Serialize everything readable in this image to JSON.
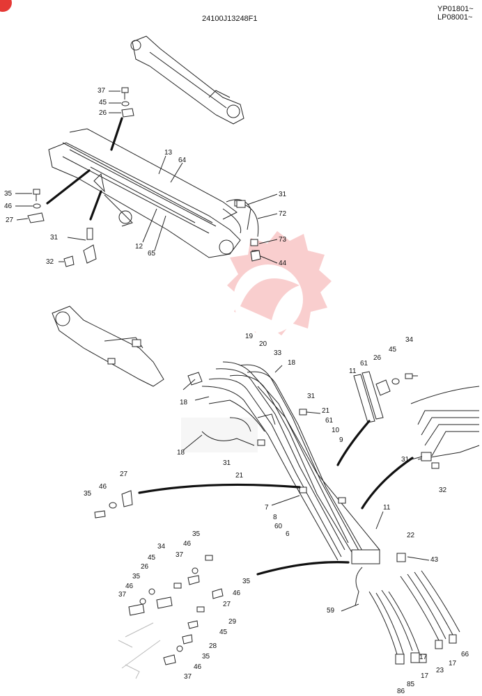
{
  "header": {
    "code": "24100J13248F1",
    "serial_1": "YP01801~",
    "serial_2": "LP08001~"
  },
  "callouts": {
    "37": "37",
    "45": "45",
    "26": "26",
    "13": "13",
    "64": "64",
    "35": "35",
    "46": "46",
    "27": "27",
    "31": "31",
    "72": "72",
    "73": "73",
    "12": "12",
    "65": "65",
    "32": "32",
    "44": "44",
    "19": "19",
    "20": "20",
    "33": "33",
    "18": "18",
    "34": "34",
    "11": "11",
    "61": "61",
    "21": "21",
    "10": "10",
    "9": "9",
    "7": "7",
    "8": "8",
    "60": "60",
    "6": "6",
    "22": "22",
    "43": "43",
    "59": "59",
    "28": "28",
    "29": "29",
    "66": "66",
    "23": "23",
    "17": "17",
    "85": "85",
    "86": "86"
  },
  "colors": {
    "watermark": "#f4a6a6",
    "ink": "#111111",
    "corner_badge": "#e53935"
  }
}
